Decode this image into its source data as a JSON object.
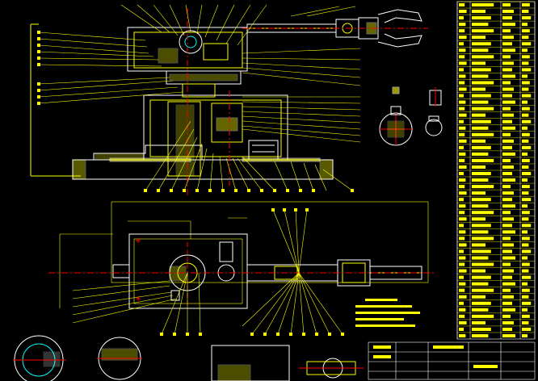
{
  "drawing": {
    "kind": "cad-assembly-drawing",
    "background": "#000000",
    "colors": {
      "outline": "#ffffff",
      "leader": "#ffff00",
      "centerline": "#ff0000",
      "hatch": "#ffff00",
      "detail": "#00ffff"
    }
  },
  "views": {
    "front": {
      "name": "front-elevation"
    },
    "top": {
      "name": "plan-view"
    },
    "details": [
      "detail-gripper-end",
      "detail-shaft-section",
      "detail-small-part"
    ]
  },
  "parts_list": {
    "columns": 4,
    "rows": 52
  },
  "title_block": {
    "present": true
  }
}
